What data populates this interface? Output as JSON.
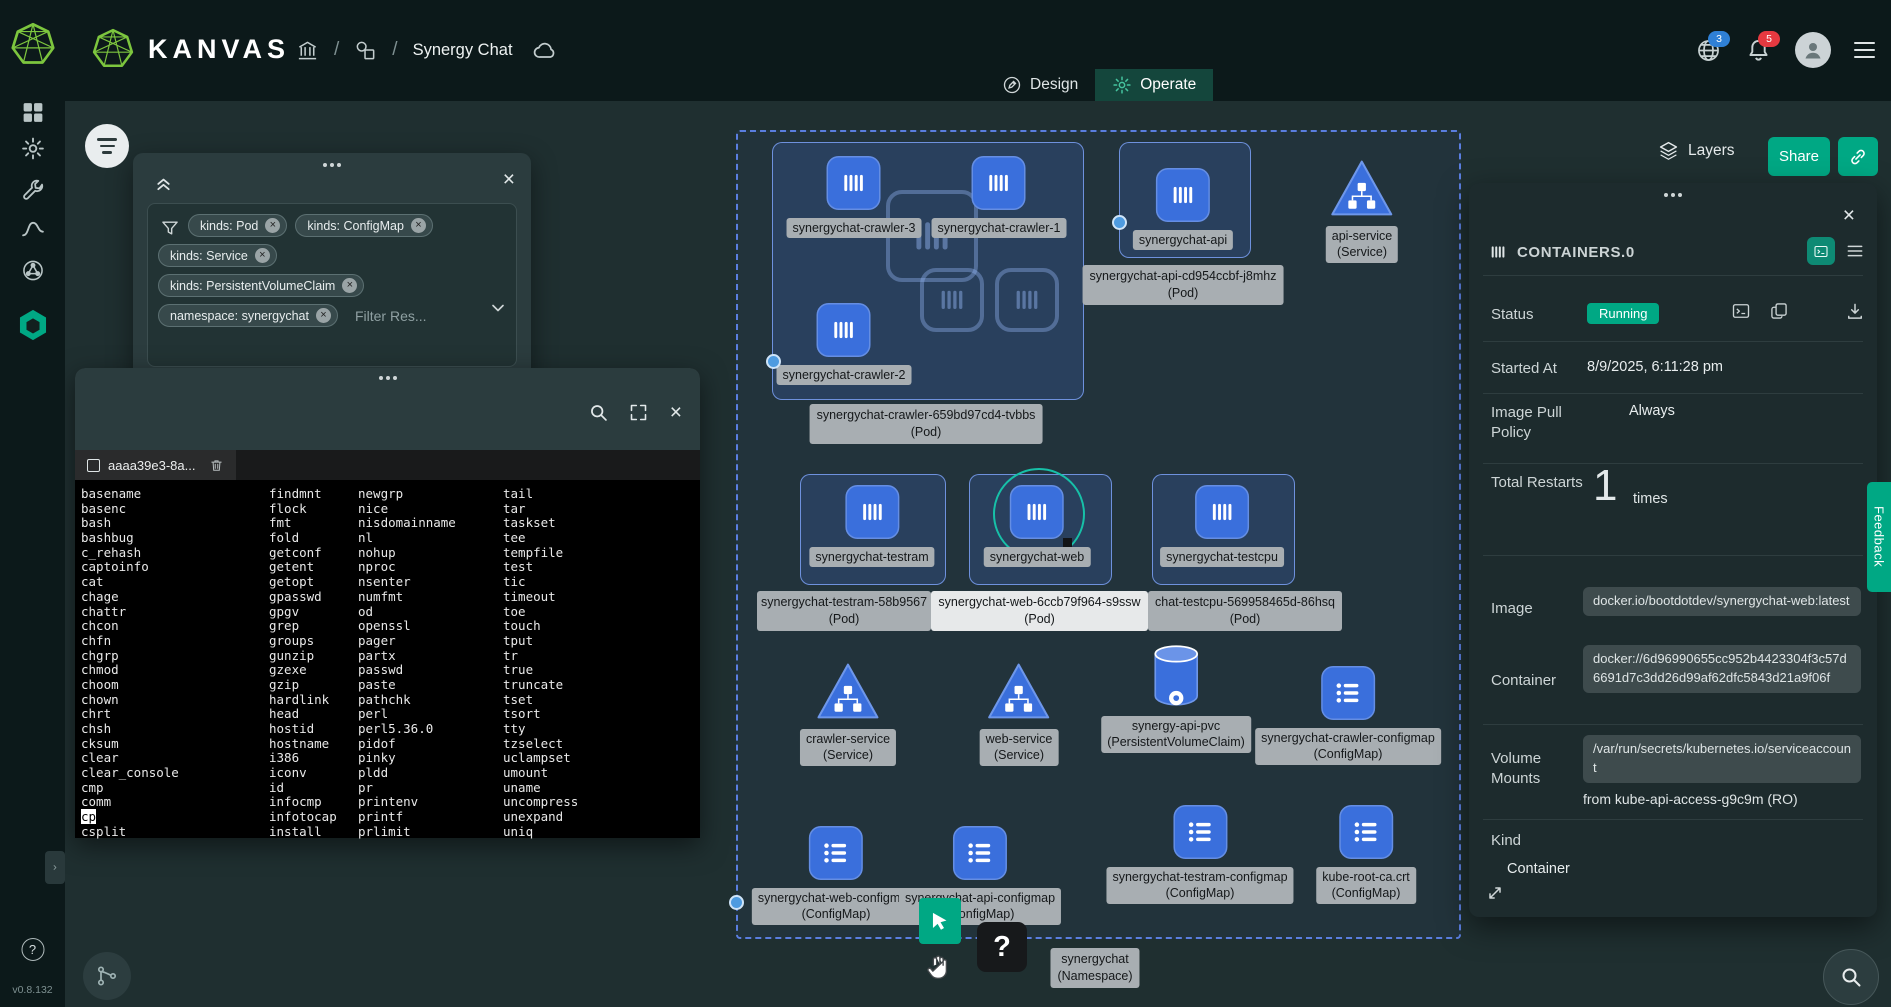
{
  "icons": {
    "close": "×"
  },
  "header": {
    "logo_text": "KANVAS",
    "breadcrumb": {
      "separator": "/",
      "design_name": "Synergy Chat"
    },
    "tabs": {
      "design": "Design",
      "operate": "Operate"
    },
    "badges": {
      "contexts": "3",
      "notifications": "5"
    }
  },
  "sidebar": {
    "help": "?",
    "version": "v0.8.132"
  },
  "canvas_toolbar": {
    "layers": "Layers",
    "share": "Share"
  },
  "filter_panel": {
    "chip_rows": [
      [
        "kinds: Pod",
        "kinds: ConfigMap"
      ],
      [
        "kinds: Service"
      ],
      [
        "kinds: PersistentVolumeClaim"
      ],
      [
        "namespace: synergychat"
      ]
    ],
    "placeholder": "Filter Res..."
  },
  "terminal": {
    "tab_label": "aaaa39e3-8a...",
    "cursor_on": "cp",
    "columns": [
      [
        "basename",
        "basenc",
        "bash",
        "bashbug",
        "c_rehash",
        "captoinfo",
        "cat",
        "chage",
        "chattr",
        "chcon",
        "chfn",
        "chgrp",
        "chmod",
        "choom",
        "chown",
        "chrt",
        "chsh",
        "cksum",
        "clear",
        "clear_console",
        "cmp",
        "comm",
        "cp",
        "csplit"
      ],
      [
        "findmnt",
        "flock",
        "fmt",
        "fold",
        "getconf",
        "getent",
        "getopt",
        "gpasswd",
        "gpgv",
        "grep",
        "groups",
        "gunzip",
        "gzexe",
        "gzip",
        "hardlink",
        "head",
        "hostid",
        "hostname",
        "i386",
        "iconv",
        "id",
        "infocmp",
        "infotocap",
        "install"
      ],
      [
        "newgrp",
        "nice",
        "nisdomainname",
        "nl",
        "nohup",
        "nproc",
        "nsenter",
        "numfmt",
        "od",
        "openssl",
        "pager",
        "partx",
        "passwd",
        "paste",
        "pathchk",
        "perl",
        "perl5.36.0",
        "pidof",
        "pinky",
        "pldd",
        "pr",
        "printenv",
        "printf",
        "prlimit"
      ],
      [
        "tail",
        "tar",
        "taskset",
        "tee",
        "tempfile",
        "test",
        "tic",
        "timeout",
        "toe",
        "touch",
        "tput",
        "tr",
        "true",
        "truncate",
        "tset",
        "tsort",
        "tty",
        "tzselect",
        "uclampset",
        "umount",
        "uname",
        "uncompress",
        "unexpand",
        "uniq"
      ]
    ]
  },
  "canvas": {
    "nodes": {
      "crawler3": {
        "label": "synergychat-crawler-3"
      },
      "crawler1": {
        "label": "synergychat-crawler-1"
      },
      "crawler2": {
        "label": "synergychat-crawler-2"
      },
      "api": {
        "label": "synergychat-api"
      },
      "api_service": {
        "name": "api-service",
        "kind": "(Service)"
      },
      "testram": {
        "label": "synergychat-testram"
      },
      "web": {
        "label": "synergychat-web"
      },
      "testcpu": {
        "label": "synergychat-testcpu"
      },
      "crawler_service": {
        "name": "crawler-service",
        "kind": "(Service)"
      },
      "web_service": {
        "name": "web-service",
        "kind": "(Service)"
      },
      "api_pvc": {
        "name": "synergy-api-pvc",
        "kind": "(PersistentVolumeClaim)"
      },
      "crawler_cm": {
        "name": "synergychat-crawler-configmap",
        "kind": "(ConfigMap)"
      },
      "web_cm": {
        "name": "synergychat-web-configmap",
        "kind": "(ConfigMap)"
      },
      "api_cm": {
        "name": "synergychat-api-configmap",
        "kind": "(ConfigMap)"
      },
      "testram_cm": {
        "name": "synergychat-testram-configmap",
        "kind": "(ConfigMap)"
      },
      "kube_root_ca": {
        "name": "kube-root-ca.crt",
        "kind": "(ConfigMap)"
      }
    },
    "pods": {
      "crawler": {
        "name": "synergychat-crawler-659bd97cd4-tvbbs",
        "kind": "(Pod)"
      },
      "api": {
        "name": "synergychat-api-cd954ccbf-j8mhz",
        "kind": "(Pod)"
      },
      "testram": {
        "name": "synergychat-testram-58b9567",
        "kind": "(Pod)"
      },
      "web": {
        "name": "synergychat-web-6ccb79f964-s9ssw",
        "kind": "(Pod)"
      },
      "testcpu": {
        "name": "chat-testcpu-569958465d-86hsq",
        "kind": "(Pod)"
      }
    },
    "namespace": {
      "name": "synergychat",
      "kind": "(Namespace)"
    },
    "cursor_hint": "?"
  },
  "details_panel": {
    "title": "CONTAINERS.0",
    "status_label": "Status",
    "status_value": "Running",
    "started_label": "Started At",
    "started_value": "8/9/2025, 6:11:28 pm",
    "policy_label": "Image Pull Policy",
    "policy_value": "Always",
    "restarts_label": "Total Restarts",
    "restarts_value": "1",
    "restarts_suffix": "times",
    "image_label": "Image",
    "image_value": "docker.io/bootdotdev/synergychat-web:latest",
    "container_label": "Container",
    "container_value": "docker://6d96990655cc952b4423304f3c57d6691d7c3dd26d99af62dfc5843d21a9f06f",
    "volume_label": "Volume Mounts",
    "volume_value": "/var/run/secrets/kubernetes.io/serviceaccount",
    "volume_note": "from kube-api-access-g9c9m (RO)",
    "kind_label": "Kind",
    "kind_value": "Container"
  },
  "feedback": {
    "label": "Feedback"
  }
}
